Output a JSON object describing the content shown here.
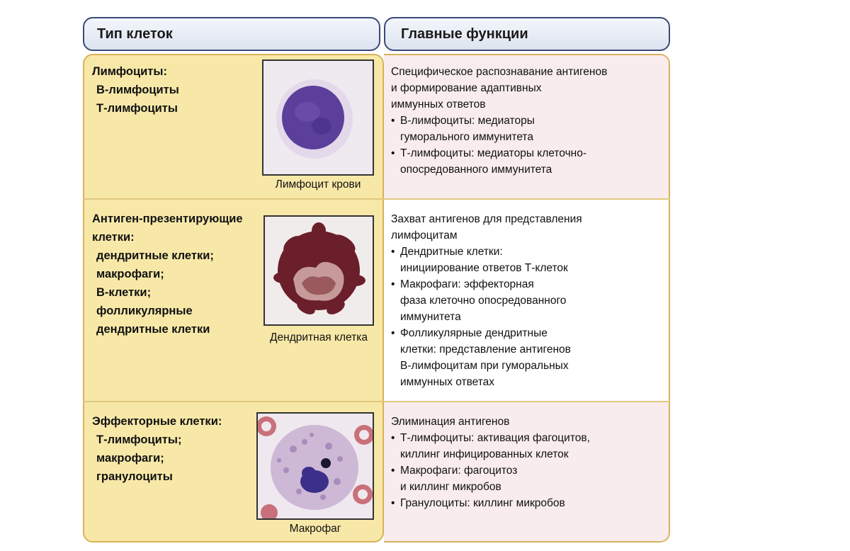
{
  "header": {
    "cell_type_label": "Тип клеток",
    "functions_label": "Главные функции"
  },
  "rows": [
    {
      "cell_type": {
        "title": "Лимфоциты:",
        "items": [
          "В-лимфоциты",
          "Т-лимфоциты"
        ]
      },
      "image_caption": "Лимфоцит крови",
      "functions": {
        "intro": [
          "Специфическое распознавание антигенов",
          "и формирование адаптивных",
          "иммунных ответов"
        ],
        "bullets": [
          [
            "В-лимфоциты: медиаторы",
            "гуморального иммунитета"
          ],
          [
            "Т-лимфоциты: медиаторы клеточно-",
            "опосредованного иммунитета"
          ]
        ]
      }
    },
    {
      "cell_type": {
        "title": "Антиген-презентирующие",
        "title2": "клетки:",
        "items": [
          "дендритные клетки;",
          "макрофаги;",
          "В-клетки;",
          "фолликулярные",
          "дендритные клетки"
        ]
      },
      "image_caption": "Дендритная клетка",
      "functions": {
        "intro": [
          "Захват антигенов для представления",
          "лимфоцитам"
        ],
        "bullets": [
          [
            "Дендритные клетки:",
            "инициирование ответов Т-клеток"
          ],
          [
            "Макрофаги: эффекторная",
            "фаза клеточно опосредованного",
            "иммунитета"
          ],
          [
            "Фолликулярные дендритные",
            "клетки: представление антигенов",
            "В-лимфоцитам при гуморальных",
            "иммунных ответах"
          ]
        ]
      }
    },
    {
      "cell_type": {
        "title": "Эффекторные клетки:",
        "items": [
          "Т-лимфоциты;",
          "макрофаги;",
          "гранулоциты"
        ]
      },
      "image_caption": "Макрофаг",
      "functions": {
        "intro": [
          "Элиминация антигенов"
        ],
        "bullets": [
          [
            "Т-лимфоциты: активация фагоцитов,",
            "киллинг инфицированных клеток"
          ],
          [
            "Макрофаги: фагоцитоз",
            "и киллинг микробов"
          ],
          [
            "Гранулоциты: киллинг микробов"
          ]
        ]
      }
    }
  ],
  "colors": {
    "header_border": "#3b4a78",
    "left_panel": "#f8e8a8",
    "panel_border": "#d8b25a",
    "right_pink": "#f9ecec",
    "nucleus": "#5b3f9a",
    "dendritic": "#6a1f2a"
  }
}
